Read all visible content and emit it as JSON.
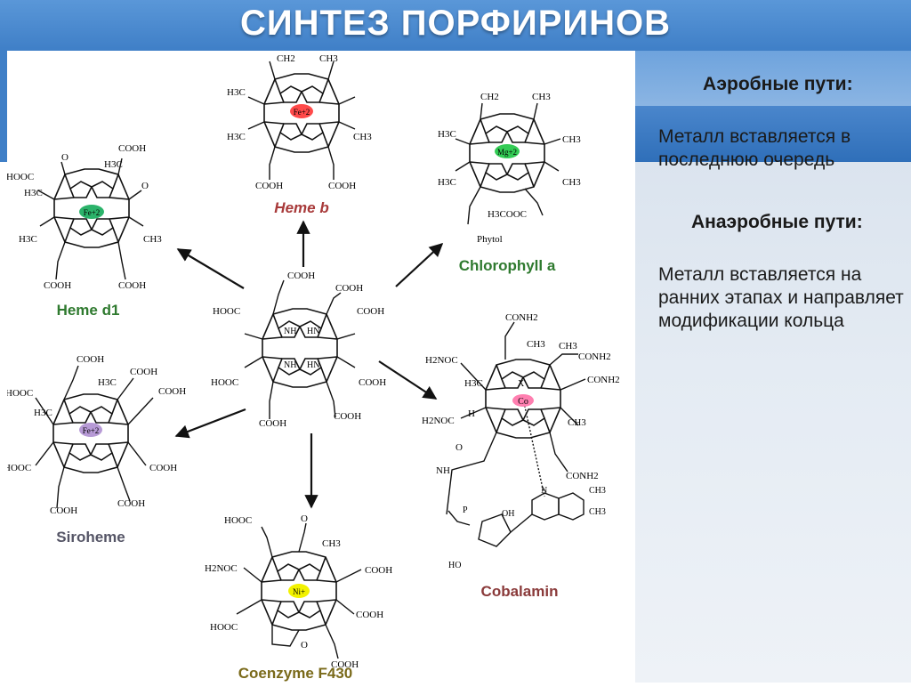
{
  "slide": {
    "title": "СИНТЕЗ ПОРФИРИНОВ"
  },
  "side": {
    "aerobic_heading": "Аэробные пути:",
    "aerobic_text": "Металл вставляется в последнюю очередь",
    "anaerobic_heading": "Анаэробные пути:",
    "anaerobic_text": "Металл вставляется на ранних этапах и направляет модификации кольца"
  },
  "molecules": {
    "heme_b": {
      "name": "Heme b",
      "metal": "Fe+2",
      "color": "#a83a3a",
      "metal_color": "#ff4a4a"
    },
    "chlorophyll_a": {
      "name": "Chlorophyll a",
      "metal": "Mg+2",
      "color": "#2f7a2f",
      "metal_color": "#33cc55"
    },
    "heme_d1": {
      "name": "Heme d1",
      "metal": "Fe+2",
      "color": "#2f7a2f",
      "metal_color": "#2bb36a"
    },
    "siroheme": {
      "name": "Siroheme",
      "metal": "Fe+2",
      "color": "#555566",
      "metal_color": "#b79ad6"
    },
    "cobalamin": {
      "name": "Cobalamin",
      "metal": "Co",
      "color": "#8a3a3a",
      "metal_color": "#ff7fb0"
    },
    "f430": {
      "name": "Coenzyme F430",
      "metal": "Ni+",
      "color": "#7a6a1a",
      "metal_color": "#f2f200"
    },
    "center": {
      "name": ""
    }
  },
  "groups": {
    "cooh": "COOH",
    "hooc": "HOOC",
    "ch3": "CH3",
    "h3c": "H3C",
    "ch2": "CH2",
    "conh2": "CONH2",
    "h2noc": "H2NOC",
    "nh": "NH",
    "hn": "HN",
    "n": "N",
    "o": "O",
    "h": "H",
    "x": "X",
    "phytol": "Phytol",
    "h3cooc": "H3COOC",
    "ho": "HO",
    "oh": "OH",
    "p": "P"
  }
}
